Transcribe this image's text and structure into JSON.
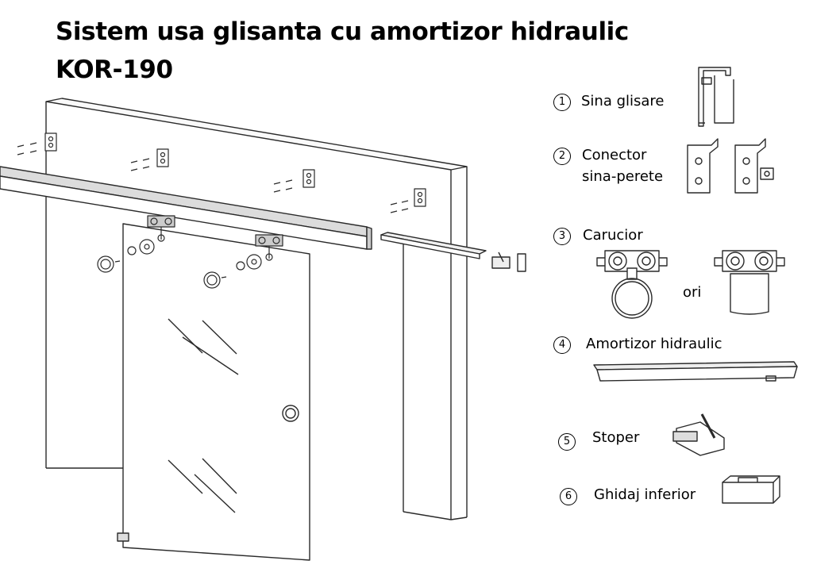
{
  "title": {
    "line1": "Sistem usa glisanta cu amortizor hidraulic",
    "line2": "KOR-190"
  },
  "legend": [
    {
      "num": "1",
      "label": "Sina glisare"
    },
    {
      "num": "2",
      "label_line1": "Conector",
      "label_line2": "sina-perete"
    },
    {
      "num": "3",
      "label": "Carucior",
      "alt": "ori"
    },
    {
      "num": "4",
      "label": "Amortizor hidraulic"
    },
    {
      "num": "5",
      "label": "Stoper"
    },
    {
      "num": "6",
      "label": "Ghidaj inferior"
    }
  ],
  "colors": {
    "line": "#2a2a2a",
    "light_line": "#888888",
    "background": "#ffffff"
  }
}
